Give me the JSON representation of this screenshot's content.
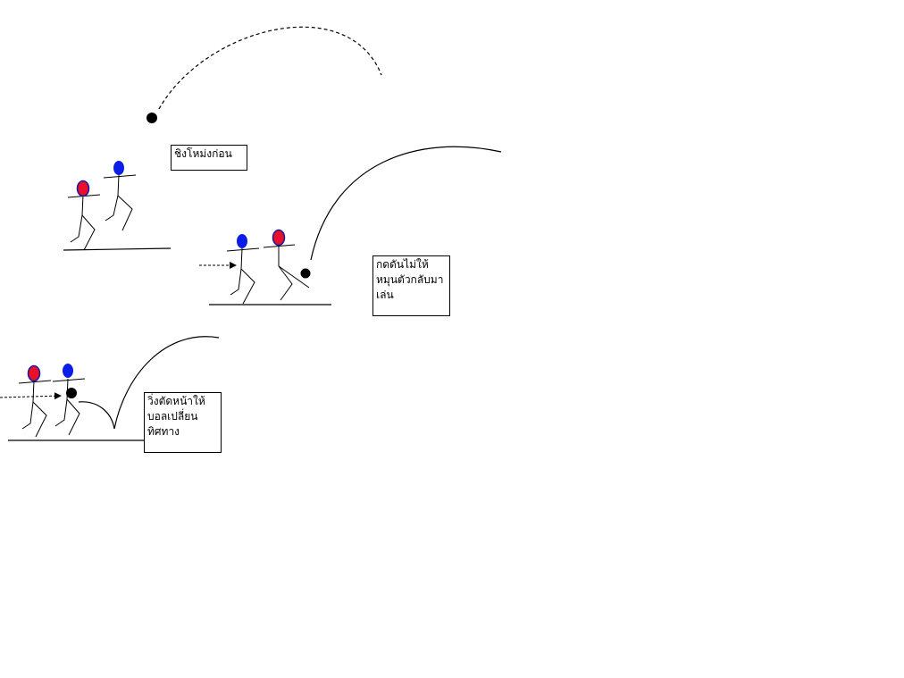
{
  "captions": {
    "scene1": "ชิงโหม่งก่อน",
    "scene2": "กดดันไม่ให้\nหมุนตัวกลับมา\nเล่น",
    "scene3": "วิ่งตัดหน้าให้\nบอลเปลี่ยน\nทิศทาง"
  },
  "colors": {
    "stroke": "#000000",
    "red_head": "#e8102a",
    "red_ring": "#1a1aa0",
    "blue_head": "#0b1ee8",
    "ball": "#000000",
    "background": "#ffffff"
  }
}
